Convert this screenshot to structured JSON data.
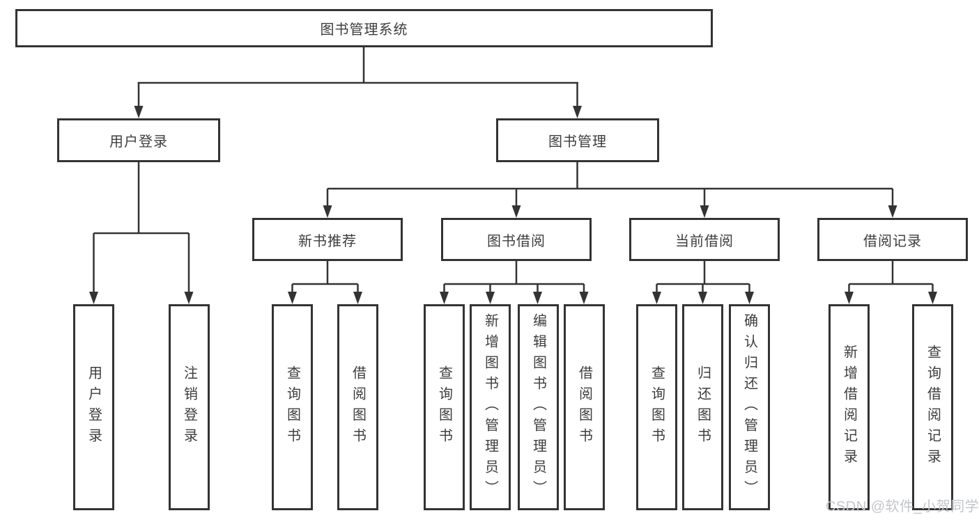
{
  "tree": {
    "label": "图书管理系统",
    "children": [
      {
        "label": "用户登录",
        "children": [
          {
            "label": "用户登录"
          },
          {
            "label": "注销登录"
          }
        ]
      },
      {
        "label": "图书管理",
        "children": [
          {
            "label": "新书推荐",
            "children": [
              {
                "label": "查询图书"
              },
              {
                "label": "借阅图书"
              }
            ]
          },
          {
            "label": "图书借阅",
            "children": [
              {
                "label": "查询图书"
              },
              {
                "label": "新增图书（管理员）"
              },
              {
                "label": "编辑图书（管理员）"
              },
              {
                "label": "借阅图书"
              }
            ]
          },
          {
            "label": "当前借阅",
            "children": [
              {
                "label": "查询图书"
              },
              {
                "label": "归还图书"
              },
              {
                "label": "确认归还（管理员）"
              }
            ]
          },
          {
            "label": "借阅记录",
            "children": [
              {
                "label": "新增借阅记录"
              },
              {
                "label": "查询借阅记录"
              }
            ]
          }
        ]
      }
    ]
  },
  "watermark": {
    "text": "CSDN @软件_小贺同学"
  },
  "colors": {
    "line": "#333333",
    "box_border": "#333333",
    "text": "#3d3d3d",
    "watermark": "#c3c5c9",
    "background": "#ffffff"
  }
}
